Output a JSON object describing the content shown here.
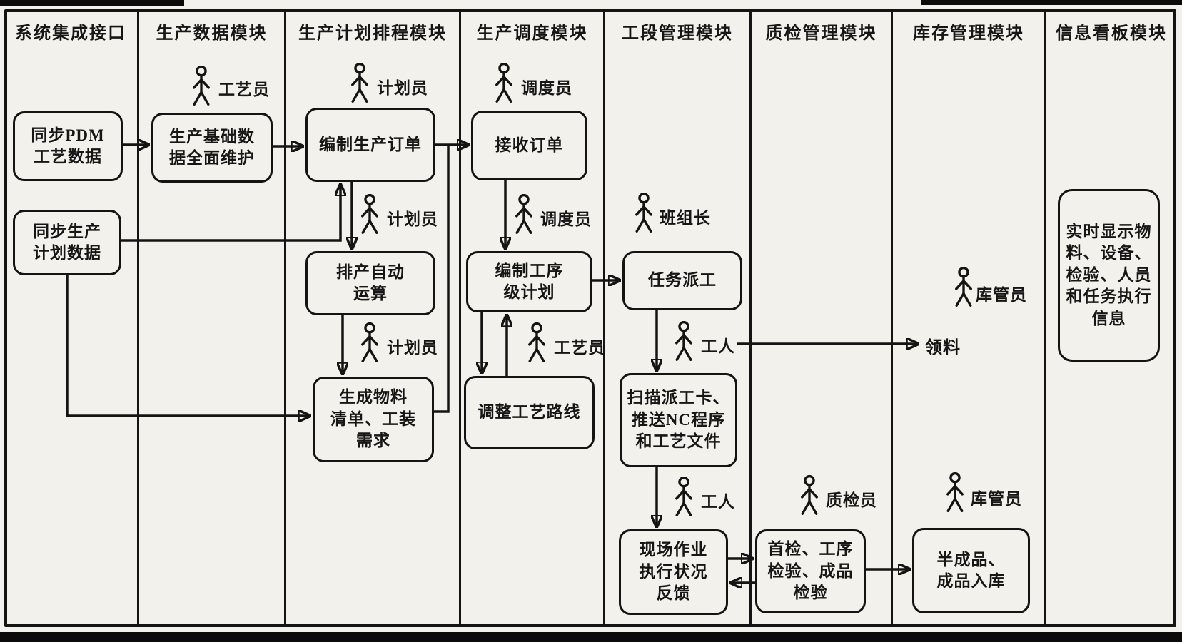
{
  "lanes": [
    {
      "title": "系统集成接口"
    },
    {
      "title": "生产数据模块"
    },
    {
      "title": "生产计划排程模块"
    },
    {
      "title": "生产调度模块"
    },
    {
      "title": "工段管理模块"
    },
    {
      "title": "质检管理模块"
    },
    {
      "title": "库存管理模块"
    },
    {
      "title": "信息看板模块"
    }
  ],
  "nodes": {
    "sync_pdm": {
      "label": "同步PDM\n工艺数据"
    },
    "sync_plan": {
      "label": "同步生产\n计划数据"
    },
    "base_data": {
      "label": "生产基础数\n据全面维护"
    },
    "make_order": {
      "label": "编制生产订单"
    },
    "auto_schedule": {
      "label": "排产自动\n运算"
    },
    "material_list": {
      "label": "生成物料\n清单、工装\n需求"
    },
    "receive_order": {
      "label": "接收订单"
    },
    "process_plan": {
      "label": "编制工序\n级计划"
    },
    "adjust_route": {
      "label": "调整工艺路线"
    },
    "task_dispatch": {
      "label": "任务派工"
    },
    "scan_card": {
      "label": "扫描派工卡、\n推送NC程序\n和工艺文件"
    },
    "site_feedback": {
      "label": "现场作业\n执行状况\n反馈"
    },
    "inspection": {
      "label": "首检、工序\n检验、成品\n检验"
    },
    "warehouse_in": {
      "label": "半成品、\n成品入库"
    },
    "info_board": {
      "label": "实时显示物\n料、设备、\n检验、人员\n和任务执行\n信息"
    }
  },
  "actors": {
    "craftsman_top": "工艺员",
    "planner_top": "计划员",
    "dispatcher_top": "调度员",
    "planner_mid": "计划员",
    "dispatcher_mid": "调度员",
    "planner_low": "计划员",
    "craftsman_mid": "工艺员",
    "foreman": "班组长",
    "worker_1": "工人",
    "worker_2": "工人",
    "inspector": "质检员",
    "keeper_top": "库管员",
    "keeper_low": "库管员"
  },
  "floating_labels": {
    "pick_material": "领料"
  },
  "colors": {
    "ink": "#141414",
    "paper": "#f2f1ec"
  }
}
